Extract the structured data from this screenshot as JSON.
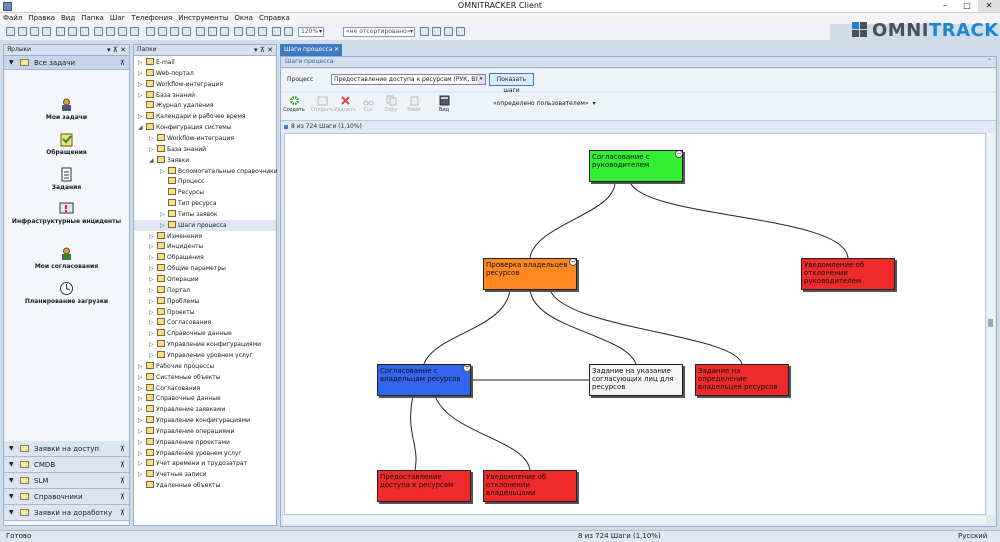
{
  "window": {
    "title": "OMNITRACKER Client",
    "minimize": "–",
    "maximize": "□",
    "close": "✕"
  },
  "menu": [
    "Файл",
    "Правка",
    "Вид",
    "Папка",
    "Шаг",
    "Телефония",
    "Инструменты",
    "Окна",
    "Справка"
  ],
  "toolbar": {
    "zoom": "120%",
    "sort": "«не отсортировано»"
  },
  "logo": {
    "text_a": "OMNI",
    "text_b": "TRACKER"
  },
  "shortcuts": {
    "title": "Ярлыки",
    "active_group": "Все задачи",
    "items": [
      {
        "label": "Мои задачи",
        "icon": "user-tasks-icon"
      },
      {
        "label": "Обращения",
        "icon": "requests-icon"
      },
      {
        "label": "Задания",
        "icon": "tasks-icon"
      },
      {
        "label": "Инфраструктурные инциденты",
        "icon": "incident-icon"
      },
      {
        "label": "Мои согласования",
        "icon": "approvals-icon"
      },
      {
        "label": "Планирование загрузки",
        "icon": "clock-icon"
      }
    ],
    "groups": [
      "Заявки на доступ",
      "CMDB",
      "SLM",
      "Справочники",
      "Заявки на доработку"
    ]
  },
  "folders": {
    "title": "Папки",
    "nodes": [
      {
        "label": "E-mail",
        "depth": 0,
        "exp": "▷"
      },
      {
        "label": "Web-портал",
        "depth": 0,
        "exp": "▷"
      },
      {
        "label": "Workflow-интеграция",
        "depth": 0,
        "exp": "▷"
      },
      {
        "label": "База знаний",
        "depth": 0,
        "exp": "▷"
      },
      {
        "label": "Журнал удаления",
        "depth": 0,
        "exp": ""
      },
      {
        "label": "Календари и рабочее время",
        "depth": 0,
        "exp": "▷"
      },
      {
        "label": "Конфигурация системы",
        "depth": 0,
        "exp": "◢"
      },
      {
        "label": "Workflow-интеграция",
        "depth": 1,
        "exp": "▷"
      },
      {
        "label": "База знаний",
        "depth": 1,
        "exp": "▷"
      },
      {
        "label": "Заявки",
        "depth": 1,
        "exp": "◢"
      },
      {
        "label": "Вспомогательные справочники",
        "depth": 2,
        "exp": "▷"
      },
      {
        "label": "Процесс",
        "depth": 2,
        "exp": ""
      },
      {
        "label": "Ресурсы",
        "depth": 2,
        "exp": ""
      },
      {
        "label": "Тип ресурса",
        "depth": 2,
        "exp": ""
      },
      {
        "label": "Типы заявок",
        "depth": 2,
        "exp": "▷"
      },
      {
        "label": "Шаги процесса",
        "depth": 2,
        "exp": "▷",
        "selected": true
      },
      {
        "label": "Изменения",
        "depth": 1,
        "exp": "▷"
      },
      {
        "label": "Инциденты",
        "depth": 1,
        "exp": "▷"
      },
      {
        "label": "Обращения",
        "depth": 1,
        "exp": "▷"
      },
      {
        "label": "Общие параметры",
        "depth": 1,
        "exp": "▷"
      },
      {
        "label": "Операции",
        "depth": 1,
        "exp": "▷"
      },
      {
        "label": "Портал",
        "depth": 1,
        "exp": "▷"
      },
      {
        "label": "Проблемы",
        "depth": 1,
        "exp": "▷"
      },
      {
        "label": "Проекты",
        "depth": 1,
        "exp": "▷"
      },
      {
        "label": "Согласования",
        "depth": 1,
        "exp": "▷"
      },
      {
        "label": "Справочные данные",
        "depth": 1,
        "exp": "▷"
      },
      {
        "label": "Управление конфигурациями",
        "depth": 1,
        "exp": "▷"
      },
      {
        "label": "Управление уровнем услуг",
        "depth": 1,
        "exp": "▷"
      },
      {
        "label": "Рабочие процессы",
        "depth": 0,
        "exp": "▷"
      },
      {
        "label": "Системные объекты",
        "depth": 0,
        "exp": "▷"
      },
      {
        "label": "Согласования",
        "depth": 0,
        "exp": "▷"
      },
      {
        "label": "Справочные данные",
        "depth": 0,
        "exp": "▷"
      },
      {
        "label": "Управление заявками",
        "depth": 0,
        "exp": "▷"
      },
      {
        "label": "Управление конфигурациями",
        "depth": 0,
        "exp": "▷"
      },
      {
        "label": "Управление операциями",
        "depth": 0,
        "exp": "▷"
      },
      {
        "label": "Управление проектами",
        "depth": 0,
        "exp": "▷"
      },
      {
        "label": "Управление уровнем услуг",
        "depth": 0,
        "exp": "▷"
      },
      {
        "label": "Учет времени и трудозатрат",
        "depth": 0,
        "exp": "▷"
      },
      {
        "label": "Учетные записи",
        "depth": 0,
        "exp": "▷"
      },
      {
        "label": "Удаленные объекты",
        "depth": 0,
        "exp": ""
      }
    ]
  },
  "main": {
    "tab": "Шаги процесса",
    "header": "Шаги процесса",
    "process_label": "Процесс",
    "process_value": "Предоставление доступа к ресурсам (РУК, ВП)",
    "show_steps": "Показать шаги",
    "ribbon": [
      "Создать",
      "Открыть",
      "Удалить",
      "Cut",
      "Copy",
      "Paste",
      "Вид"
    ],
    "view_combo": "«определено пользователем»",
    "count": "8 из 724 Шаги (1,10%)",
    "nodes": [
      {
        "id": "n1",
        "text": "Согласование с руководителем",
        "color": "#33ee33",
        "toggle": "−"
      },
      {
        "id": "n2",
        "text": "Проверка владельцев ресурсов",
        "color": "#ff8822",
        "toggle": "−"
      },
      {
        "id": "n3",
        "text": "Уведомление об отклонении руководителем",
        "color": "#ee2a2a",
        "toggle": ""
      },
      {
        "id": "n4",
        "text": "Согласование с владельцам ресурсов",
        "color": "#3366ee",
        "toggle": "+"
      },
      {
        "id": "n5",
        "text": "Задание на указание согласующих лиц для ресурсов",
        "color": "#f5f5f5",
        "toggle": ""
      },
      {
        "id": "n6",
        "text": "Задание на определение владельцев ресурсов",
        "color": "#ee2a2a",
        "toggle": ""
      },
      {
        "id": "n7",
        "text": "Предоставление доступа к ресурсам",
        "color": "#ee2a2a",
        "toggle": ""
      },
      {
        "id": "n8",
        "text": "Уведомление об отклонении владельцами",
        "color": "#ee2a2a",
        "toggle": ""
      }
    ]
  },
  "statusbar": {
    "left": "Готово",
    "center": "8 из 724 Шаги (1,10%)",
    "right": "Русский"
  }
}
